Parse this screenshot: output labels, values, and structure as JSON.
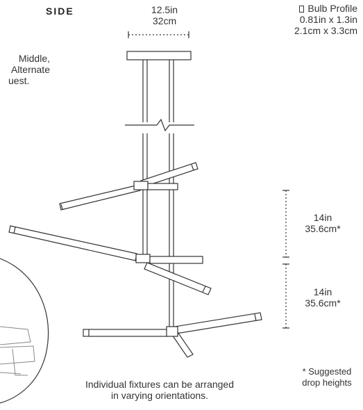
{
  "side_label": "SIDE",
  "width": {
    "imperial": "12.5in",
    "metric": "32cm"
  },
  "bulb_profile": {
    "icon": "rectangle-outline-icon",
    "title": "Bulb Profile",
    "imperial": "0.81in x 1.3in",
    "metric": "2.1cm x 3.3cm"
  },
  "note_lines": [
    "Middle,",
    "Alternate",
    "uest."
  ],
  "drop_1": {
    "imperial": "14in",
    "metric": "35.6cm*"
  },
  "drop_2": {
    "imperial": "14in",
    "metric": "35.6cm*"
  },
  "footnote": [
    "* Suggested",
    "drop heights"
  ],
  "caption": [
    "Individual fixtures can be arranged",
    "in varying orientations."
  ]
}
